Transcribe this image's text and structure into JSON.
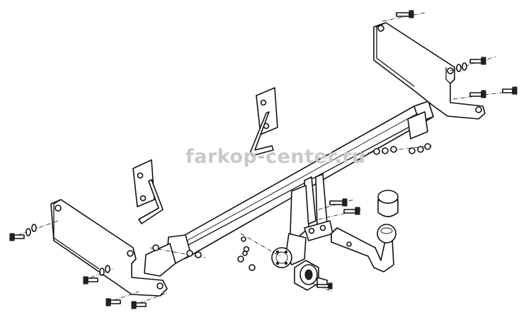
{
  "watermark": {
    "text": "farkop-center.ru"
  },
  "colors": {
    "line": "#111111",
    "watermark": "#c9c9c9",
    "background": "#ffffff"
  },
  "diagram": {
    "kind": "exploded-assembly",
    "subject": "tow bar"
  }
}
